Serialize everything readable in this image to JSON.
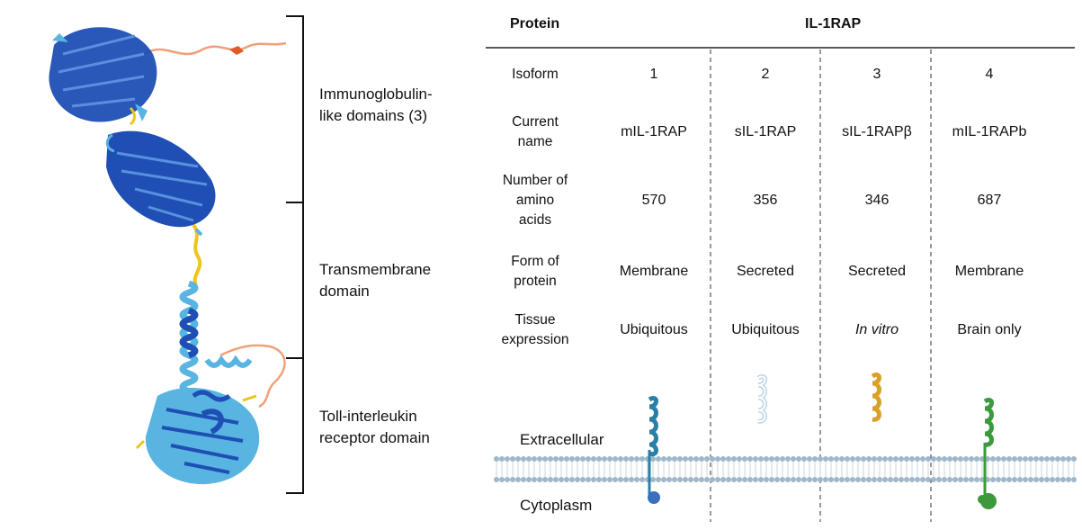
{
  "domains": [
    {
      "label": "Immunoglobulin-\nlike domains (3)"
    },
    {
      "label": "Transmembrane\ndomain"
    },
    {
      "label": "Toll-interleukin\nreceptor domain"
    }
  ],
  "table": {
    "header_left": "Protein",
    "header_right": "IL-1RAP",
    "rows": [
      {
        "label": "Isoform",
        "values": [
          "1",
          "2",
          "3",
          "4"
        ]
      },
      {
        "label": "Current\nname",
        "values": [
          "mIL-1RAP",
          "sIL-1RAP",
          "sIL-1RAPβ",
          "mIL-1RAPb"
        ]
      },
      {
        "label": "Number of\namino\nacids",
        "values": [
          "570",
          "356",
          "346",
          "687"
        ]
      },
      {
        "label": "Form of\nprotein",
        "values": [
          "Membrane",
          "Secreted",
          "Secreted",
          "Membrane"
        ]
      },
      {
        "label": "Tissue\nexpression",
        "values": [
          "Ubiquitous",
          "Ubiquitous",
          "In vitro",
          "Brain only"
        ]
      }
    ]
  },
  "membrane": {
    "extracellular": "Extracellular",
    "cytoplasm": "Cytoplasm"
  },
  "colors": {
    "isoform1": "#2a7fa6",
    "isoform1_tail": "#3a6fc0",
    "isoform2": "#b8d3ea",
    "isoform3": "#d9a02a",
    "isoform4": "#3c9a3c",
    "membrane": "#9fb7c9",
    "protein_dark": "#1f4fb4",
    "protein_light": "#58b4e0",
    "protein_disordered": "#f08a5a",
    "protein_yellow": "#f0c419"
  }
}
